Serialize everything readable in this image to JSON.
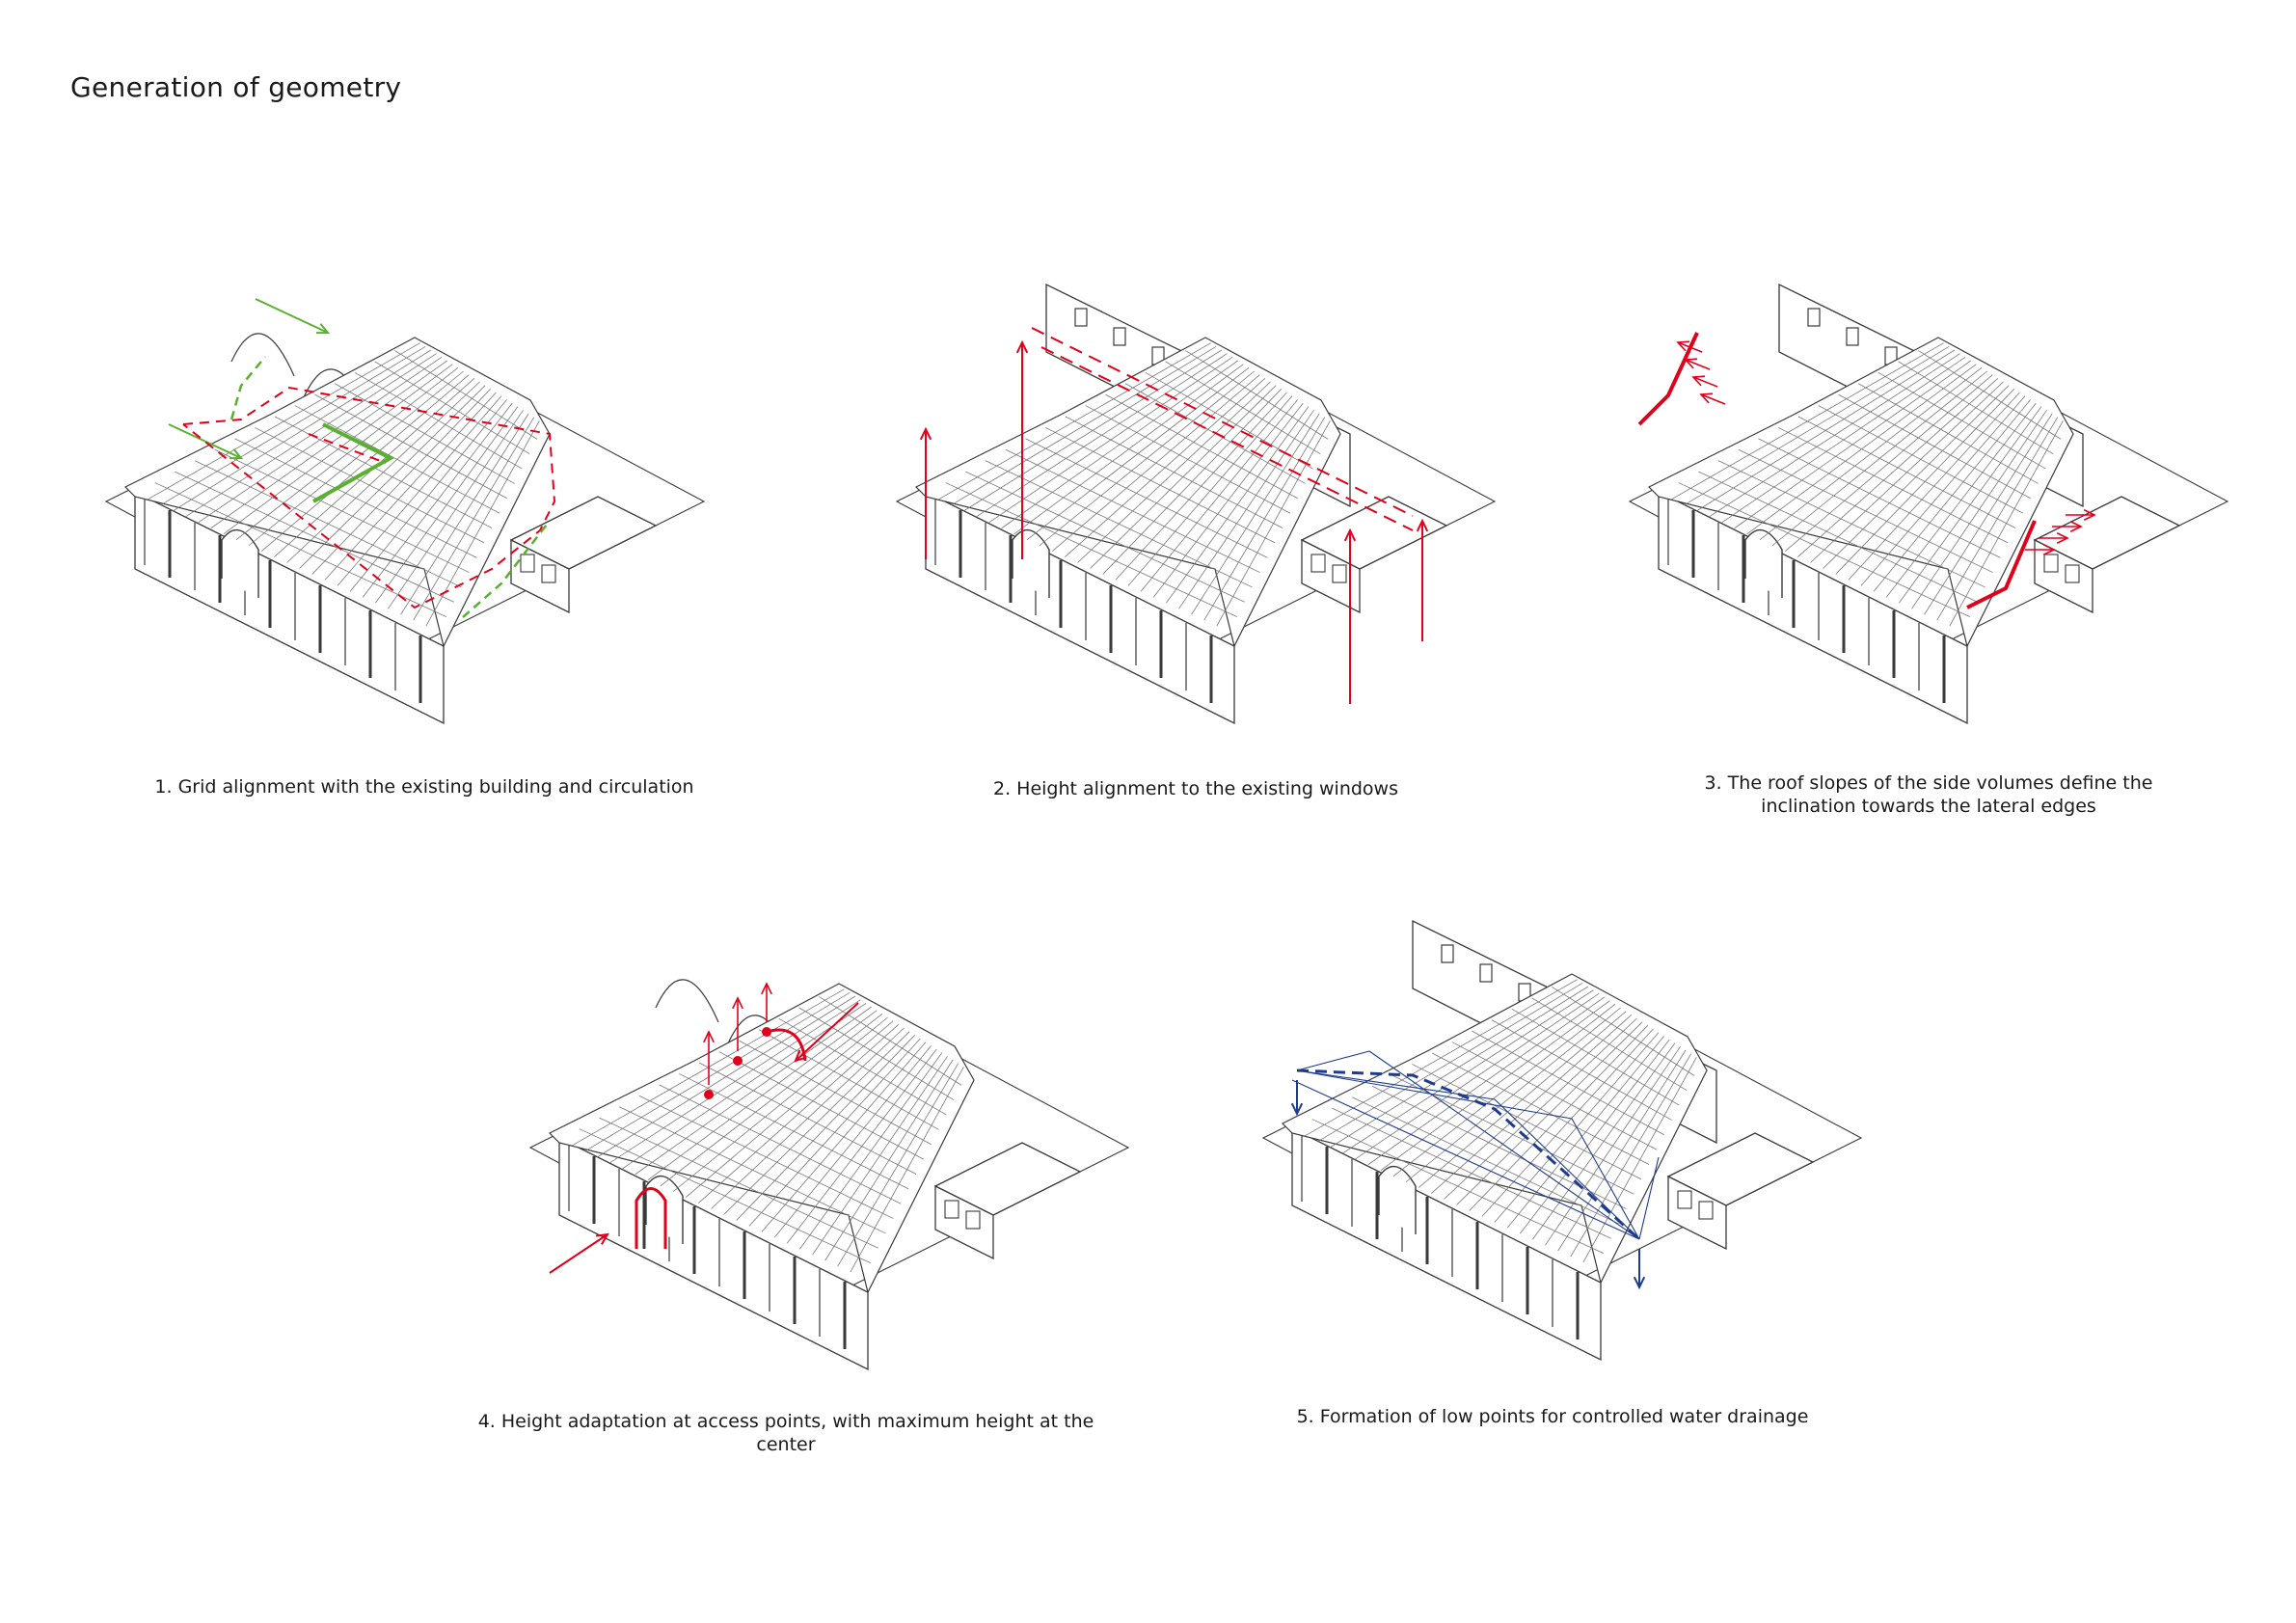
{
  "page_title": "Generation of geometry",
  "steps": [
    {
      "caption": "1. Grid alignment with the existing building and circulation"
    },
    {
      "caption": "2. Height alignment to the existing windows"
    },
    {
      "caption": "3. The roof slopes of the side volumes define the\ninclination towards the lateral edges"
    },
    {
      "caption": "4. Height adaptation at access points, with maximum height at the center"
    },
    {
      "caption": "5. Formation of low points for controlled water drainage"
    }
  ],
  "colors": {
    "line": "#3a3a3a",
    "red": "#e2001a",
    "green": "#5ab031",
    "blue": "#1f3c8c"
  }
}
